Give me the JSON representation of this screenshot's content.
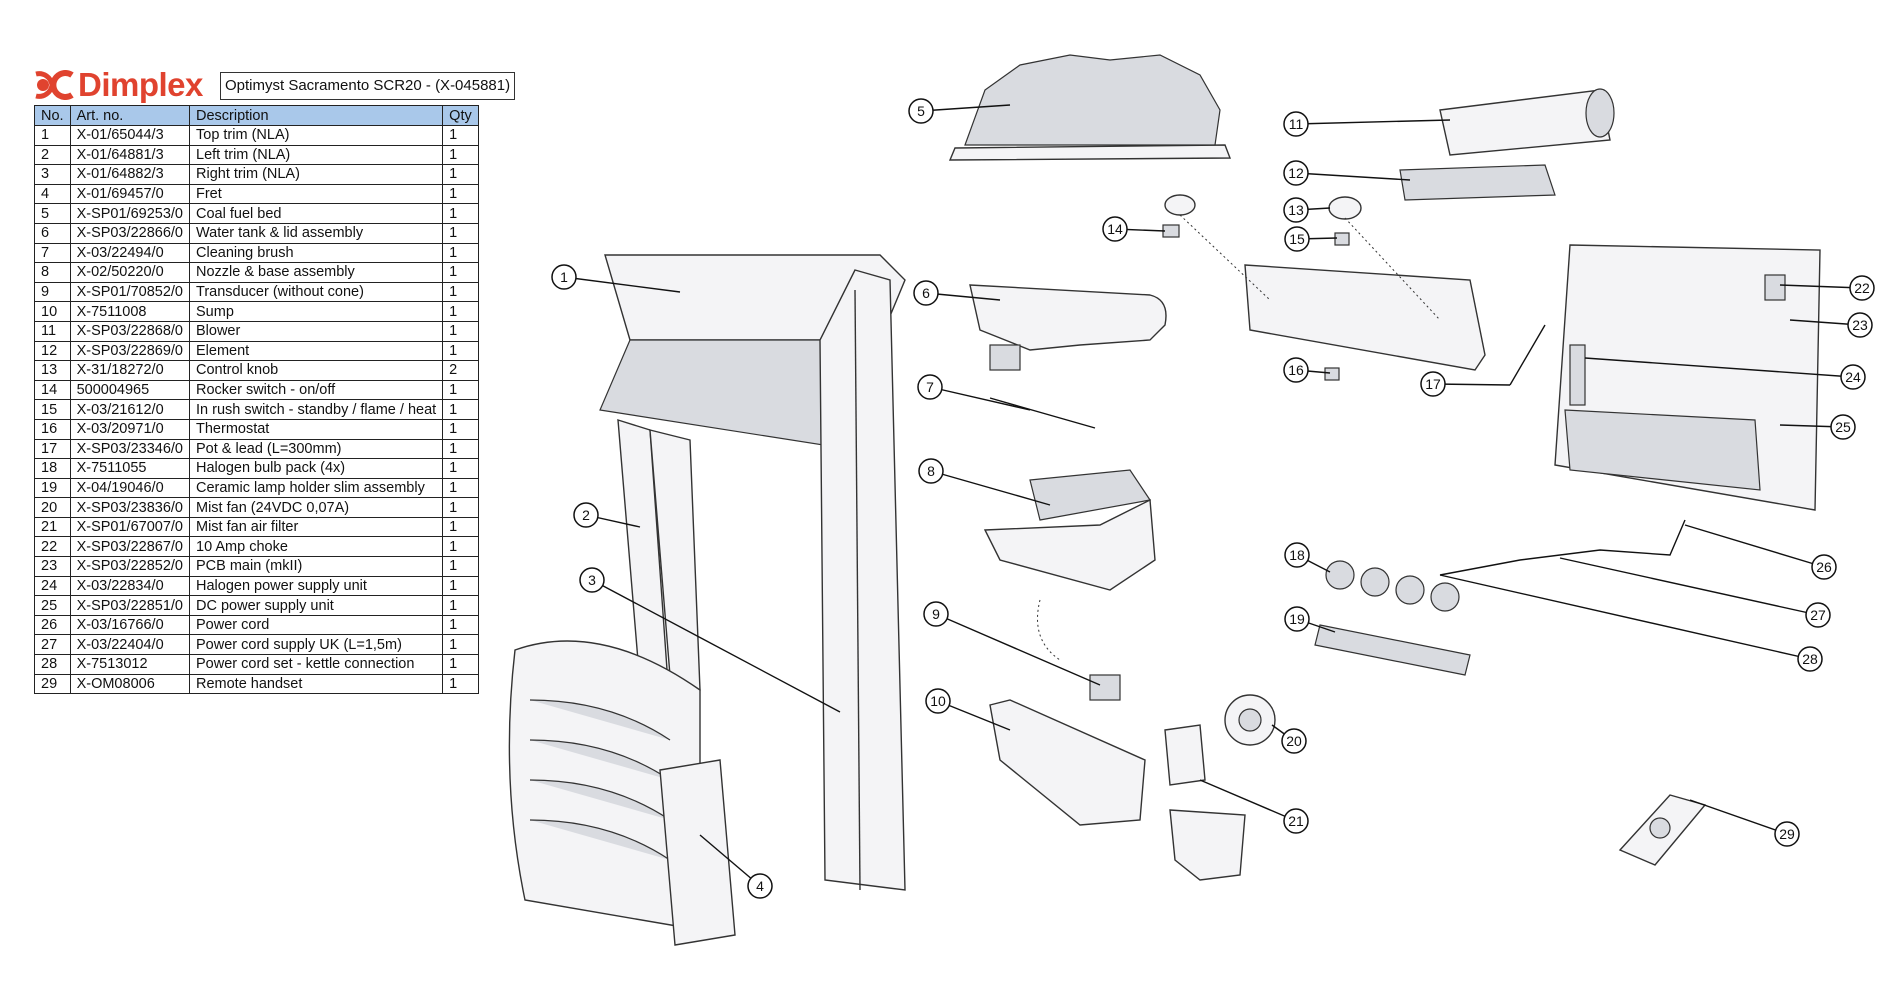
{
  "brand": {
    "name": "Dimplex",
    "color": "#e0432f"
  },
  "title": "Optimyst Sacramento SCR20 - (X-045881)",
  "table": {
    "headers": [
      "No.",
      "Art. no.",
      "Description",
      "Qty"
    ],
    "header_color": "#a9c8ea",
    "rows": [
      [
        "1",
        "X-01/65044/3",
        "Top trim (NLA)",
        "1"
      ],
      [
        "2",
        "X-01/64881/3",
        "Left trim (NLA)",
        "1"
      ],
      [
        "3",
        "X-01/64882/3",
        "Right trim (NLA)",
        "1"
      ],
      [
        "4",
        "X-01/69457/0",
        "Fret",
        "1"
      ],
      [
        "5",
        "X-SP01/69253/0",
        "Coal fuel bed",
        "1"
      ],
      [
        "6",
        "X-SP03/22866/0",
        "Water tank & lid assembly",
        "1"
      ],
      [
        "7",
        "X-03/22494/0",
        "Cleaning brush",
        "1"
      ],
      [
        "8",
        "X-02/50220/0",
        "Nozzle & base assembly",
        "1"
      ],
      [
        "9",
        "X-SP01/70852/0",
        "Transducer (without cone)",
        "1"
      ],
      [
        "10",
        "X-7511008",
        "Sump",
        "1"
      ],
      [
        "11",
        "X-SP03/22868/0",
        "Blower",
        "1"
      ],
      [
        "12",
        "X-SP03/22869/0",
        "Element",
        "1"
      ],
      [
        "13",
        "X-31/18272/0",
        "Control knob",
        "2"
      ],
      [
        "14",
        "500004965",
        "Rocker switch - on/off",
        "1"
      ],
      [
        "15",
        "X-03/21612/0",
        "In rush switch - standby / flame / heat",
        "1"
      ],
      [
        "16",
        "X-03/20971/0",
        "Thermostat",
        "1"
      ],
      [
        "17",
        "X-SP03/23346/0",
        "Pot & lead (L=300mm)",
        "1"
      ],
      [
        "18",
        "X-7511055",
        "Halogen bulb pack (4x)",
        "1"
      ],
      [
        "19",
        "X-04/19046/0",
        "Ceramic lamp holder slim assembly",
        "1"
      ],
      [
        "20",
        "X-SP03/23836/0",
        "Mist fan (24VDC 0,07A)",
        "1"
      ],
      [
        "21",
        "X-SP01/67007/0",
        "Mist fan air filter",
        "1"
      ],
      [
        "22",
        "X-SP03/22867/0",
        "10 Amp choke",
        "1"
      ],
      [
        "23",
        "X-SP03/22852/0",
        "PCB main (mkII)",
        "1"
      ],
      [
        "24",
        "X-03/22834/0",
        "Halogen power supply unit",
        "1"
      ],
      [
        "25",
        "X-SP03/22851/0",
        "DC power supply unit",
        "1"
      ],
      [
        "26",
        "X-03/16766/0",
        "Power cord",
        "1"
      ],
      [
        "27",
        "X-03/22404/0",
        "Power cord supply UK (L=1,5m)",
        "1"
      ],
      [
        "28",
        "X-7513012",
        "Power cord set - kettle connection",
        "1"
      ],
      [
        "29",
        "X-OM08006",
        "Remote handset",
        "1"
      ]
    ]
  },
  "callouts": [
    "1",
    "2",
    "3",
    "4",
    "5",
    "6",
    "7",
    "8",
    "9",
    "10",
    "11",
    "12",
    "13",
    "14",
    "15",
    "16",
    "17",
    "18",
    "19",
    "20",
    "21",
    "22",
    "23",
    "24",
    "25",
    "26",
    "27",
    "28",
    "29"
  ]
}
